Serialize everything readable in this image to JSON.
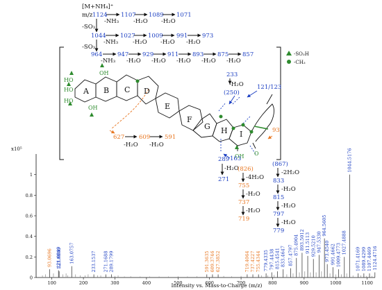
{
  "colors": {
    "black": "#111111",
    "blue": "#1c3fc2",
    "orange": "#e87722",
    "green": "#2e8b2e",
    "gray": "#6f6f6f"
  },
  "scheme": {
    "precursor": "[M+NH₄]⁺",
    "mz_label": "m/z",
    "row1": {
      "values": [
        "1124",
        "1107",
        "1089",
        "1071"
      ],
      "losses": [
        "-NH₃",
        "-H₂O",
        "-H₂O"
      ]
    },
    "row1_side_loss": "-SO₃",
    "row2": {
      "values": [
        "1044",
        "1027",
        "1009",
        "991",
        "973"
      ],
      "losses": [
        "-NH₃",
        "-H₂O",
        "-H₂O",
        "-H₂O"
      ]
    },
    "row2_side_loss": "-SO₃",
    "row3": {
      "values": [
        "964",
        "947",
        "929",
        "911",
        "893",
        "875",
        "857"
      ],
      "losses": [
        "-NH₃",
        "-H₂O",
        "-H₂O",
        "-H₂O",
        "-H₂O",
        "-H₂O"
      ]
    },
    "legend": [
      {
        "symbol": "triangle",
        "label": "-SO₃H",
        "color": "#2e8b2e"
      },
      {
        "symbol": "circle",
        "label": "-CH₃",
        "color": "#2e8b2e"
      }
    ],
    "ring_labels": [
      "A",
      "B",
      "C",
      "D",
      "E",
      "F",
      "G",
      "H",
      "I"
    ],
    "substituents": [
      "HO",
      "HO",
      "HO",
      "OH",
      "OH",
      "OH",
      "O"
    ],
    "fragments": {
      "blue_top": {
        "value": "233",
        "loss": "-H₂O"
      },
      "blue_250": "(250)",
      "blue_121": "121/123",
      "orange_left": {
        "values": [
          "627",
          "609",
          "591"
        ],
        "losses": [
          "-H₂O",
          "-H₂O"
        ]
      },
      "orange_93": "93",
      "blue_163": "163",
      "blue_289": {
        "values": [
          "289",
          "271"
        ],
        "loss": "-H₂O"
      },
      "orange_826": {
        "values": [
          "(826)",
          "755",
          "737",
          "719"
        ],
        "losses": [
          "-4H₂O",
          "-H₂O",
          "-H₂O"
        ]
      },
      "blue_867": {
        "values": [
          "(867)",
          "833",
          "815",
          "797",
          "779"
        ],
        "losses": [
          "-2H₂O",
          "-H₂O",
          "-H₂O",
          "-H₂O"
        ]
      }
    }
  },
  "chart_data": {
    "type": "bar",
    "ylabel_scale": "x10⁵",
    "xlabel": "Intensity vs. Mass-to-Charge (m/z)",
    "xlim": [
      50,
      1125
    ],
    "ylim": [
      0,
      1.2
    ],
    "x_ticks": [
      100,
      200,
      300,
      400,
      500,
      600,
      700,
      800,
      900,
      1000,
      1100
    ],
    "y_ticks": [
      0,
      0.2,
      0.4,
      0.6,
      0.8,
      1
    ],
    "peaks": [
      {
        "mz": 93.0696,
        "label": "93.0696",
        "intensity": 0.08,
        "color": "#e87722"
      },
      {
        "mz": 121.0849,
        "label": "121.0849",
        "intensity": 0.07,
        "color": "#1c3fc2"
      },
      {
        "mz": 123.0806,
        "label": "123.0806",
        "intensity": 0.06,
        "color": "#1c3fc2"
      },
      {
        "mz": 163.0757,
        "label": "163.0757",
        "intensity": 0.11,
        "color": "#1c3fc2"
      },
      {
        "mz": 233.1537,
        "label": "233.1537",
        "intensity": 0.03,
        "color": "#1c3fc2"
      },
      {
        "mz": 271.1688,
        "label": "271.1688",
        "intensity": 0.03,
        "color": "#1c3fc2"
      },
      {
        "mz": 289.1799,
        "label": "289.1799",
        "intensity": 0.03,
        "color": "#1c3fc2"
      },
      {
        "mz": 591.3635,
        "label": "591.3635",
        "intensity": 0.03,
        "color": "#e87722"
      },
      {
        "mz": 609.3746,
        "label": "609.3746",
        "intensity": 0.03,
        "color": "#e87722"
      },
      {
        "mz": 627.3852,
        "label": "627.3852",
        "intensity": 0.03,
        "color": "#e87722"
      },
      {
        "mz": 719.4064,
        "label": "719.4064",
        "intensity": 0.03,
        "color": "#e87722"
      },
      {
        "mz": 737.4227,
        "label": "737.4227",
        "intensity": 0.03,
        "color": "#e87722"
      },
      {
        "mz": 755.4344,
        "label": "755.4344",
        "intensity": 0.03,
        "color": "#e87722"
      },
      {
        "mz": 779.4335,
        "label": "779.4335",
        "intensity": 0.04,
        "color": "#1c3fc2"
      },
      {
        "mz": 797.4438,
        "label": "797.4438",
        "intensity": 0.05,
        "color": "#1c3fc2"
      },
      {
        "mz": 815.4541,
        "label": "815.4541",
        "intensity": 0.06,
        "color": "#1c3fc2"
      },
      {
        "mz": 833.4647,
        "label": "833.4647",
        "intensity": 0.08,
        "color": "#1c3fc2"
      },
      {
        "mz": 857.4797,
        "label": "857.4797",
        "intensity": 0.09,
        "color": "#1c3fc2"
      },
      {
        "mz": 875.4904,
        "label": "875.4904",
        "intensity": 0.19,
        "color": "#1c3fc2"
      },
      {
        "mz": 893.5012,
        "label": "893.5012",
        "intensity": 0.24,
        "color": "#1c3fc2"
      },
      {
        "mz": 911.5113,
        "label": "911.5113",
        "intensity": 0.21,
        "color": "#1c3fc2"
      },
      {
        "mz": 929.521,
        "label": "929.5210",
        "intensity": 0.18,
        "color": "#1c3fc2"
      },
      {
        "mz": 947.533,
        "label": "947.5330",
        "intensity": 0.22,
        "color": "#1c3fc2"
      },
      {
        "mz": 964.5605,
        "label": "964.5605",
        "intensity": 0.38,
        "color": "#1c3fc2"
      },
      {
        "mz": 973.454,
        "label": "973.4540",
        "intensity": 0.13,
        "color": "#1c3fc2"
      },
      {
        "mz": 991.4662,
        "label": "991.4662",
        "intensity": 0.1,
        "color": "#1c3fc2"
      },
      {
        "mz": 1009.4773,
        "label": "1009.4773",
        "intensity": 0.08,
        "color": "#1c3fc2"
      },
      {
        "mz": 1027.4888,
        "label": "1027.4888",
        "intensity": 0.2,
        "color": "#1c3fc2"
      },
      {
        "mz": 1044.5176,
        "label": "1044.5176",
        "intensity": 1.0,
        "color": "#1c3fc2"
      },
      {
        "mz": 1071.4169,
        "label": "1071.4169",
        "intensity": 0.04,
        "color": "#1c3fc2"
      },
      {
        "mz": 1089.4299,
        "label": "1089.4299",
        "intensity": 0.04,
        "color": "#1c3fc2"
      },
      {
        "mz": 1107.4469,
        "label": "1107.4469",
        "intensity": 0.04,
        "color": "#1c3fc2"
      },
      {
        "mz": 1124.4716,
        "label": "1124.4716",
        "intensity": 0.05,
        "color": "#1c3fc2"
      }
    ],
    "noise": [
      {
        "mz": 70,
        "intensity": 0.02
      },
      {
        "mz": 80,
        "intensity": 0.03
      },
      {
        "mz": 105,
        "intensity": 0.04
      },
      {
        "mz": 135,
        "intensity": 0.03
      },
      {
        "mz": 145,
        "intensity": 0.04
      },
      {
        "mz": 150,
        "intensity": 0.02
      },
      {
        "mz": 175,
        "intensity": 0.03
      },
      {
        "mz": 190,
        "intensity": 0.02
      },
      {
        "mz": 205,
        "intensity": 0.02
      },
      {
        "mz": 215,
        "intensity": 0.03
      },
      {
        "mz": 245,
        "intensity": 0.02
      },
      {
        "mz": 255,
        "intensity": 0.02
      },
      {
        "mz": 300,
        "intensity": 0.015
      },
      {
        "mz": 310,
        "intensity": 0.02
      },
      {
        "mz": 330,
        "intensity": 0.01
      },
      {
        "mz": 350,
        "intensity": 0.012
      },
      {
        "mz": 380,
        "intensity": 0.01
      },
      {
        "mz": 410,
        "intensity": 0.01
      },
      {
        "mz": 440,
        "intensity": 0.01
      },
      {
        "mz": 470,
        "intensity": 0.01
      },
      {
        "mz": 500,
        "intensity": 0.012
      },
      {
        "mz": 530,
        "intensity": 0.01
      },
      {
        "mz": 560,
        "intensity": 0.012
      },
      {
        "mz": 645,
        "intensity": 0.015
      },
      {
        "mz": 670,
        "intensity": 0.012
      },
      {
        "mz": 700,
        "intensity": 0.015
      },
      {
        "mz": 765,
        "intensity": 0.02
      },
      {
        "mz": 785,
        "intensity": 0.02
      },
      {
        "mz": 805,
        "intensity": 0.025
      },
      {
        "mz": 845,
        "intensity": 0.03
      },
      {
        "mz": 865,
        "intensity": 0.04
      },
      {
        "mz": 885,
        "intensity": 0.05
      },
      {
        "mz": 902,
        "intensity": 0.06
      },
      {
        "mz": 920,
        "intensity": 0.05
      },
      {
        "mz": 938,
        "intensity": 0.05
      },
      {
        "mz": 955,
        "intensity": 0.06
      },
      {
        "mz": 982,
        "intensity": 0.04
      },
      {
        "mz": 1000,
        "intensity": 0.03
      },
      {
        "mz": 1018,
        "intensity": 0.03
      },
      {
        "mz": 1035,
        "intensity": 0.04
      },
      {
        "mz": 1055,
        "intensity": 0.02
      },
      {
        "mz": 1080,
        "intensity": 0.02
      },
      {
        "mz": 1098,
        "intensity": 0.015
      },
      {
        "mz": 1115,
        "intensity": 0.015
      }
    ]
  }
}
